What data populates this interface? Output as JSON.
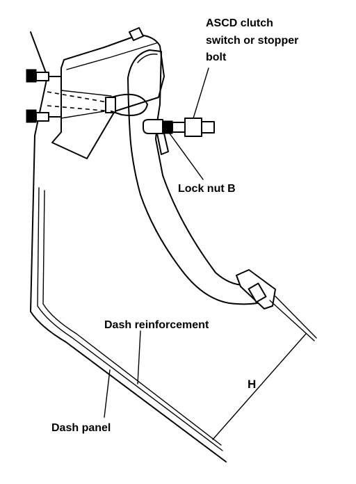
{
  "labels": {
    "ascd_line1": "ASCD clutch",
    "ascd_line2": "switch or stopper",
    "ascd_line3": "bolt",
    "lock_nut": "Lock nut B",
    "dash_reinforcement": "Dash reinforcement",
    "dash_panel": "Dash panel",
    "dimension": "H"
  },
  "colors": {
    "ink": "#000000",
    "paper": "#ffffff"
  }
}
